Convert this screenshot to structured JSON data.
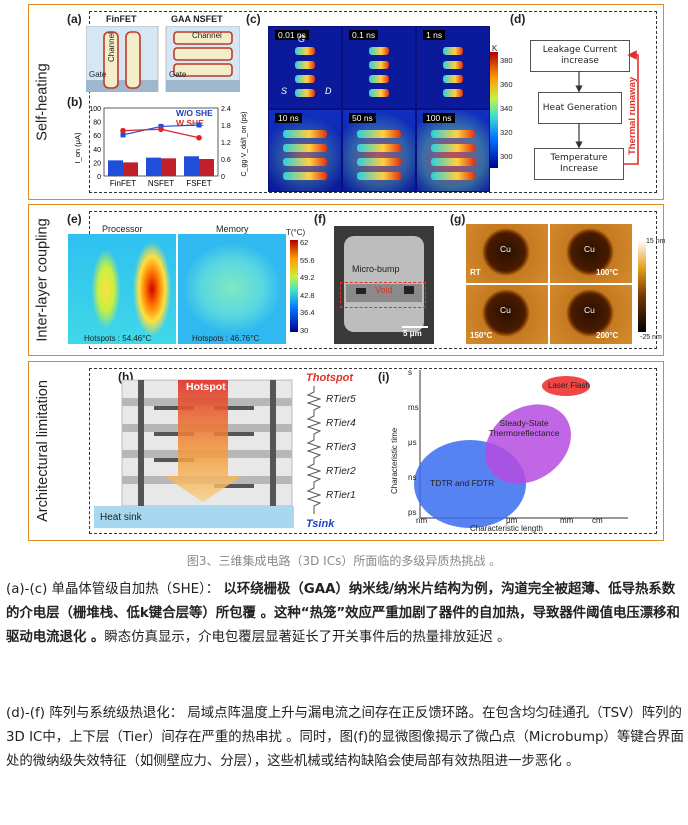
{
  "sections": {
    "self_heating": "Self-heating",
    "inter_layer": "Inter-layer coupling",
    "arch": "Architectural limitation"
  },
  "panel_labels": {
    "a": "(a)",
    "b": "(b)",
    "c": "(c)",
    "d": "(d)",
    "e": "(e)",
    "f": "(f)",
    "g": "(g)",
    "h": "(h)",
    "i": "(i)"
  },
  "panel_a": {
    "finfet": "FinFET",
    "gaa": "GAA NSFET",
    "channel": "Channel",
    "gate": "Gate"
  },
  "panel_b": {
    "legend_wo": "W/O SHE",
    "legend_w": "W SHE",
    "ylabel_left": "I_on (μA)",
    "ylabel_right": "C_gg·V_dd/I_on (ps)",
    "left_ticks": [
      "0",
      "20",
      "40",
      "60",
      "80",
      "100"
    ],
    "right_ticks": [
      "0",
      "0.6",
      "1.2",
      "1.8",
      "2.4"
    ]
  },
  "chart_data": [
    {
      "type": "bar",
      "categories": [
        "FinFET",
        "NSFET",
        "FSFET"
      ],
      "series": [
        {
          "name": "W/O SHE",
          "values": [
            23,
            27,
            29
          ]
        },
        {
          "name": "W SHE",
          "values": [
            20,
            26,
            25
          ]
        }
      ],
      "ylim": [
        0,
        100
      ],
      "line_series": [
        {
          "name": "W/O SHE",
          "values": [
            1.45,
            1.75,
            1.8
          ]
        },
        {
          "name": "W SHE",
          "values": [
            1.6,
            1.65,
            1.35
          ]
        }
      ],
      "y2lim": [
        0,
        2.4
      ]
    }
  ],
  "panel_c": {
    "times": [
      "0.01 ns",
      "0.1 ns",
      "1 ns",
      "10 ns",
      "50 ns",
      "100 ns"
    ],
    "g": "G",
    "s": "S",
    "d": "D",
    "cbar_unit": "K",
    "cbar_ticks": [
      "380",
      "360",
      "340",
      "320",
      "300"
    ]
  },
  "panel_d": {
    "box1": "Leakage Current increase",
    "box2": "Heat Generation",
    "box3": "Temperature Increase",
    "runaway": "Thermal runaway"
  },
  "panel_e": {
    "processor": "Processor",
    "memory": "Memory",
    "hot1": "Hotspots : 54.46°C",
    "hot2": "Hotspots : 46.76°C",
    "cbar_unit": "T(°C)",
    "cbar_ticks": [
      "62",
      "55.6",
      "49.2",
      "42.8",
      "36.4",
      "30"
    ]
  },
  "panel_f": {
    "microbump": "Micro-bump",
    "void": "Void",
    "scale": "5 μm"
  },
  "panel_g": {
    "cu": "Cu",
    "temps": [
      "RT",
      "100°C",
      "150°C",
      "200°C"
    ],
    "cbar_top": "15 nm",
    "cbar_bottom": "-25 nm"
  },
  "panel_h": {
    "hotspot": "Hotspot",
    "heatsink": "Heat sink",
    "t_hot": "Thotspot",
    "t_sink": "Tsink",
    "tiers": [
      "RTier5",
      "RTier4",
      "RTier3",
      "RTier2",
      "RTier1"
    ]
  },
  "panel_i": {
    "ylabel": "Characteristic time",
    "xlabel": "Characteristic length",
    "yticks": [
      "s",
      "ms",
      "μs",
      "ns",
      "ps"
    ],
    "xticks": [
      "nm",
      "μm",
      "mm",
      "cm"
    ],
    "laser": "Laser Flash",
    "ssft": "Steady-State Thermoreflectance",
    "tdtr": "TDTR and FDTR"
  },
  "caption": "图3、三维集成电路（3D ICs）所面临的多级异质热挑战 。",
  "para1": {
    "lead": "(a)-(c) 单晶体管级自加热（SHE）： ",
    "bold": "以环绕栅极（GAA）纳米线/纳米片结构为例，沟道完全被超薄、低导热系数的介电层（栅堆栈、低k键合层等）所包覆 。这种“热笼”效应严重加剧了器件的自加热，导致器件阈值电压漂移和驱动电流退化 。",
    "rest": "瞬态仿真显示，介电包覆层显著延长了开关事件后的热量排放延迟 。"
  },
  "para2": {
    "text": "(d)-(f) 阵列与系统级热退化： 局域点阵温度上升与漏电流之间存在正反馈环路。在包含均匀硅通孔（TSV）阵列的3D IC中，上下层（Tier）间存在严重的热串扰 。同时，图(f)的显微图像揭示了微凸点（Microbump）等键合界面处的微纳级失效特征（如侧壁应力、分层），这些机械或结构缺陷会使局部有效热阻进一步恶化 。"
  }
}
